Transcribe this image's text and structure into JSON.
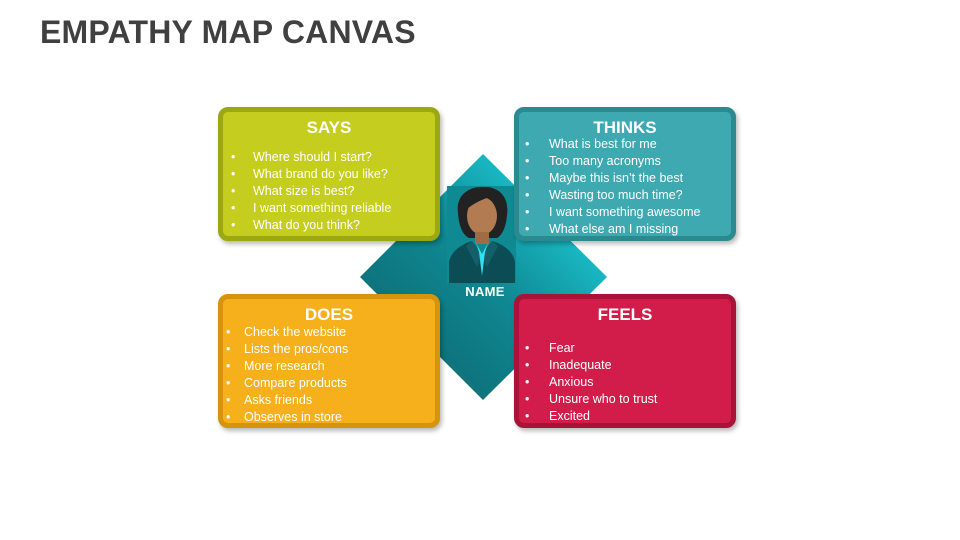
{
  "title": "EMPATHY MAP CANVAS",
  "center": {
    "name_label": "NAME",
    "icon": "person-avatar-icon"
  },
  "colors": {
    "says": "#c5cd1f",
    "thinks": "#3fa9b2",
    "does": "#f5b01c",
    "feels": "#d21d4b",
    "diamond_dark": "#0d6b73",
    "diamond_light": "#22e0ee"
  },
  "quadrants": {
    "says": {
      "title": "SAYS",
      "items": [
        "Where should I start?",
        "What brand do you like?",
        "What size is best?",
        "I want something reliable",
        "What do you think?"
      ]
    },
    "thinks": {
      "title": "THINKS",
      "items": [
        "What is best for me",
        "Too many acronyms",
        "Maybe this isn’t the best",
        "Wasting too much time?",
        "I want something awesome",
        "What else am I missing"
      ]
    },
    "does": {
      "title": "DOES",
      "items": [
        "Check the website",
        "Lists the pros/cons",
        "More research",
        "Compare products",
        "Asks friends",
        "Observes in store"
      ]
    },
    "feels": {
      "title": "FEELS",
      "items": [
        "Fear",
        "Inadequate",
        "Anxious",
        "Unsure who to trust",
        "Excited"
      ]
    }
  }
}
